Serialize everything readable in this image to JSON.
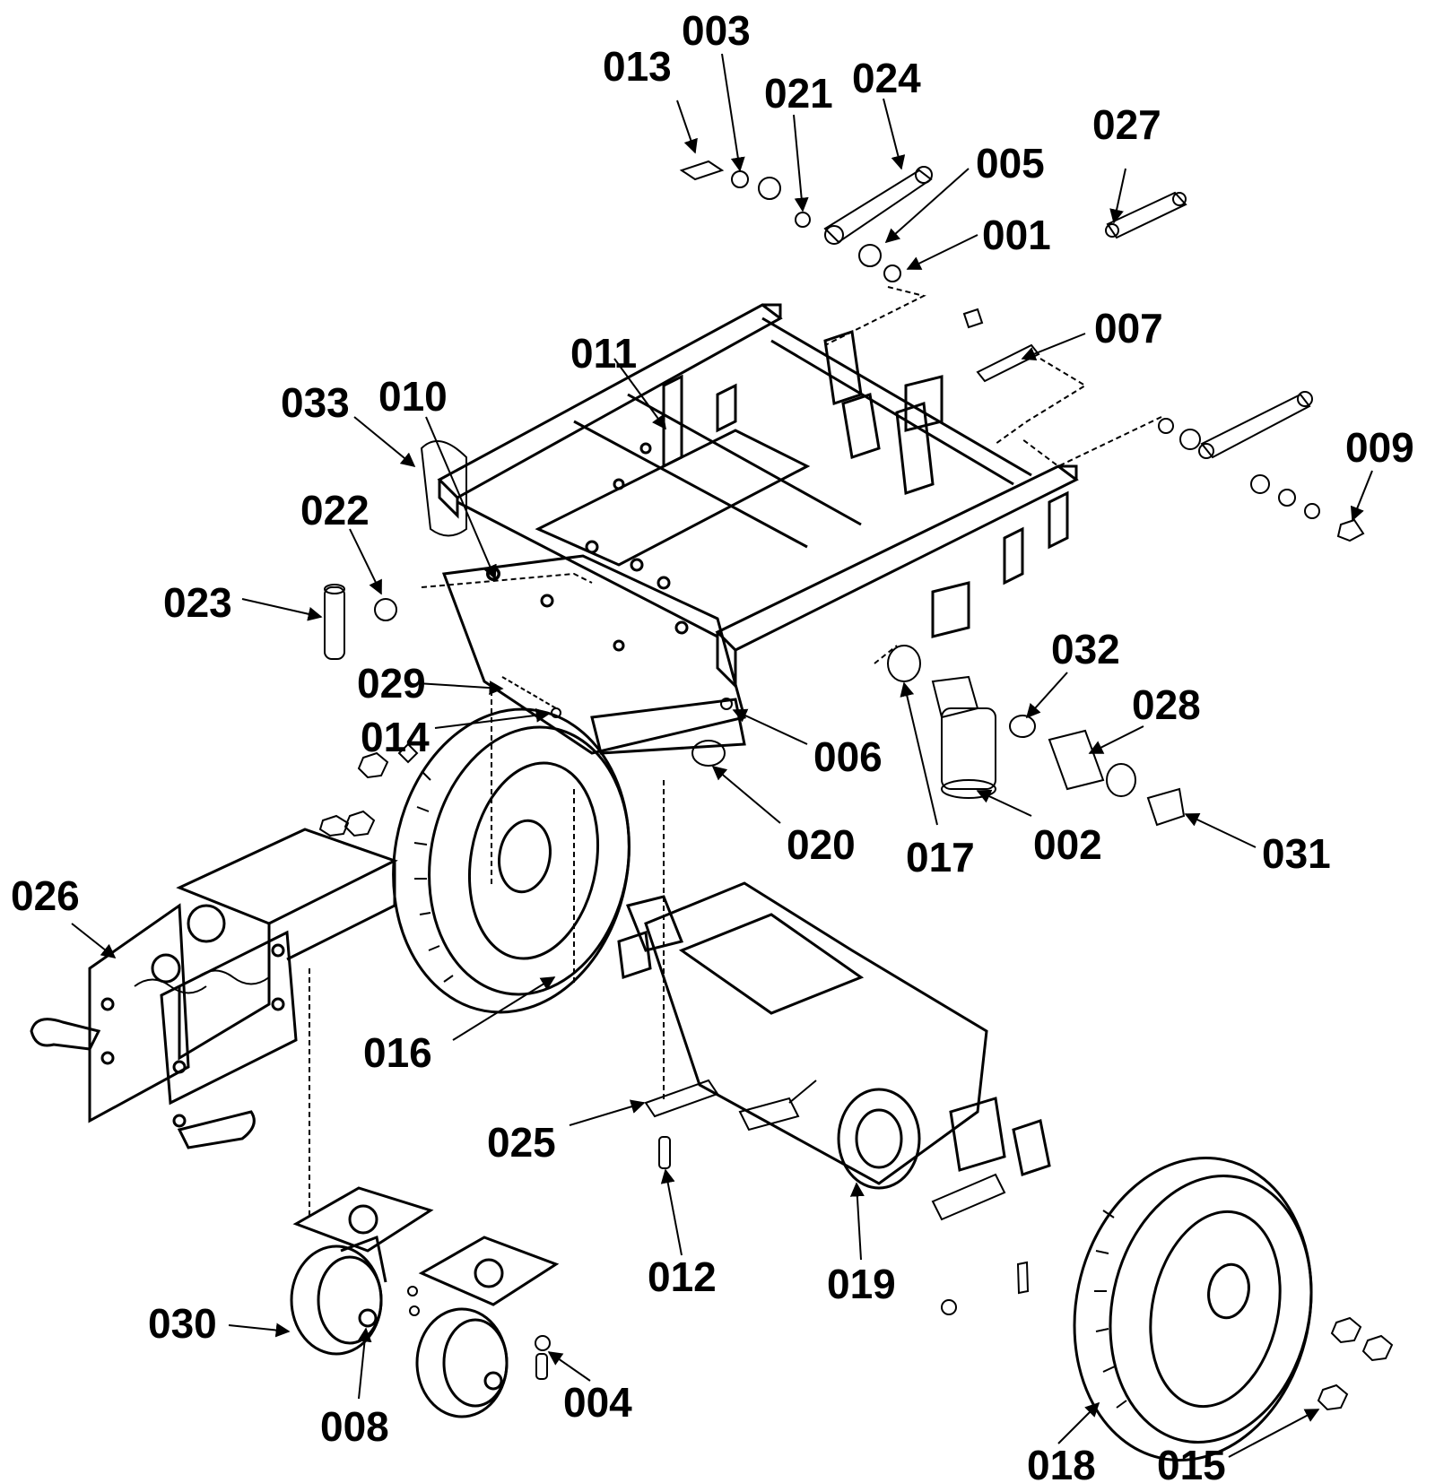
{
  "callouts": [
    {
      "id": "c001",
      "text": "001"
    },
    {
      "id": "c002",
      "text": "002"
    },
    {
      "id": "c003",
      "text": "003"
    },
    {
      "id": "c004",
      "text": "004"
    },
    {
      "id": "c005",
      "text": "005"
    },
    {
      "id": "c006",
      "text": "006"
    },
    {
      "id": "c007",
      "text": "007"
    },
    {
      "id": "c008",
      "text": "008"
    },
    {
      "id": "c009",
      "text": "009"
    },
    {
      "id": "c010",
      "text": "010"
    },
    {
      "id": "c011",
      "text": "011"
    },
    {
      "id": "c012",
      "text": "012"
    },
    {
      "id": "c013",
      "text": "013"
    },
    {
      "id": "c014",
      "text": "014"
    },
    {
      "id": "c015",
      "text": "015"
    },
    {
      "id": "c016",
      "text": "016"
    },
    {
      "id": "c017",
      "text": "017"
    },
    {
      "id": "c018",
      "text": "018"
    },
    {
      "id": "c019",
      "text": "019"
    },
    {
      "id": "c020",
      "text": "020"
    },
    {
      "id": "c021",
      "text": "021"
    },
    {
      "id": "c022",
      "text": "022"
    },
    {
      "id": "c023",
      "text": "023"
    },
    {
      "id": "c024",
      "text": "024"
    },
    {
      "id": "c025",
      "text": "025"
    },
    {
      "id": "c026",
      "text": "026"
    },
    {
      "id": "c027",
      "text": "027"
    },
    {
      "id": "c028",
      "text": "028"
    },
    {
      "id": "c029",
      "text": "029"
    },
    {
      "id": "c030",
      "text": "030"
    },
    {
      "id": "c031",
      "text": "031"
    },
    {
      "id": "c032",
      "text": "032"
    },
    {
      "id": "c033",
      "text": "033"
    }
  ]
}
